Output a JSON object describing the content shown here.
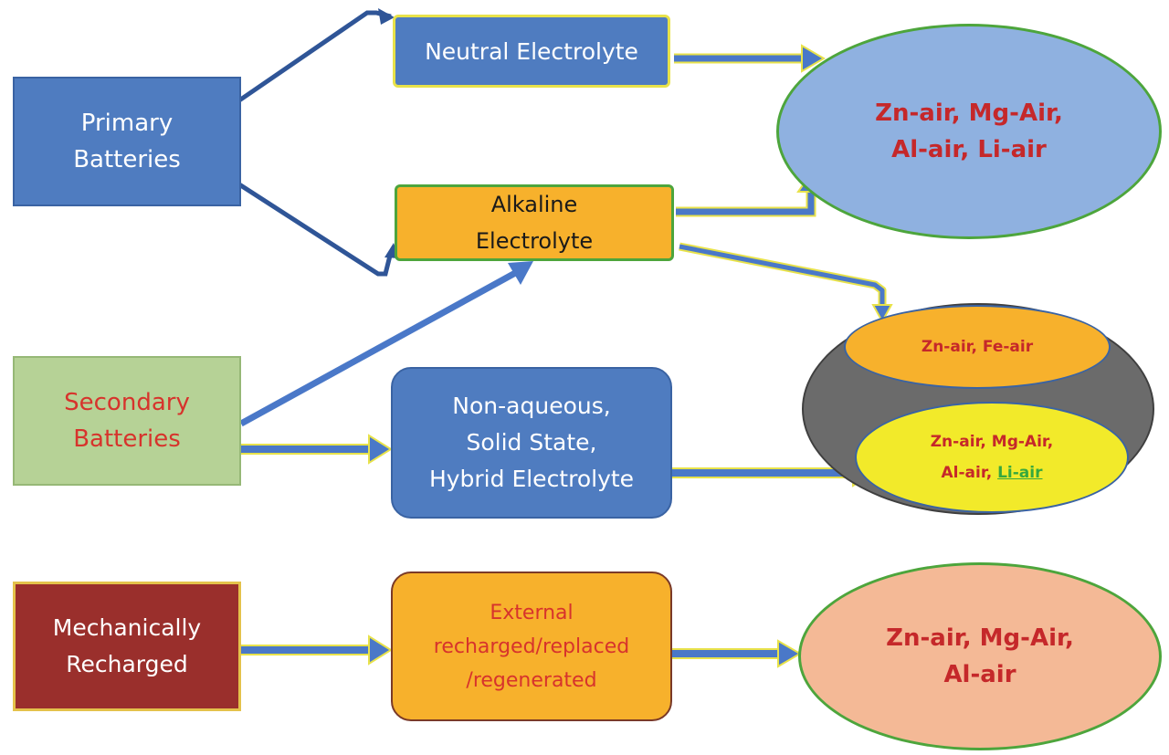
{
  "categories": {
    "primary": [
      "Primary",
      "Batteries"
    ],
    "secondary": [
      "Secondary",
      "Batteries"
    ],
    "mechanical": [
      "Mechanically",
      "Recharged"
    ]
  },
  "electrolytes": {
    "neutral": "Neutral Electrolyte",
    "alkaline": [
      "Alkaline",
      "Electrolyte"
    ],
    "nonaqueous": [
      "Non-aqueous,",
      "Solid State,",
      "Hybrid Electrolyte"
    ],
    "external": [
      "External",
      "recharged/replaced",
      "/regenerated"
    ]
  },
  "results": {
    "top": [
      "Zn-air, Mg-Air,",
      "Al-air, Li-air"
    ],
    "fe": "Zn-air, Fe-air",
    "yellow": {
      "line1": "Zn-air, Mg-Air,",
      "line2_prefix": "Al-air, ",
      "line2_link": "Li-air"
    },
    "bottom": [
      "Zn-air, Mg-Air,",
      "Al-air"
    ]
  },
  "colors": {
    "blue_box": "#4f7cc0",
    "green_box": "#b6d296",
    "maroon_box": "#9a2f2c",
    "orange_box": "#f7b12c",
    "light_blue_ellipse": "#8fb1e0",
    "gray_ellipse": "#6b6b6b",
    "yellow_ellipse": "#f2ea2a",
    "peach_ellipse": "#f4b996",
    "red_text": "#c5282a",
    "arrow_blue": "#4a78c8",
    "arrow_outline": "#e8e24a"
  }
}
